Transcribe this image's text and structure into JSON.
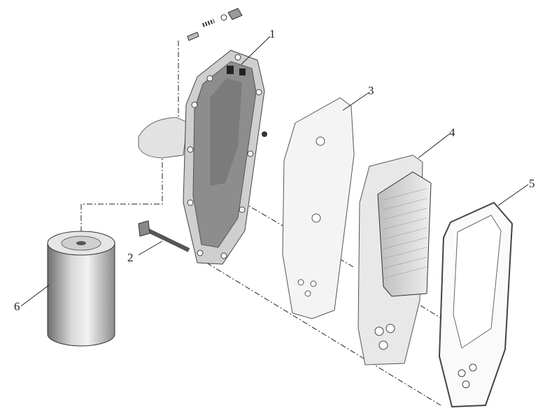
{
  "callouts": [
    {
      "id": "1",
      "text": "1"
    },
    {
      "id": "2",
      "text": "2"
    },
    {
      "id": "3",
      "text": "3"
    },
    {
      "id": "4",
      "text": "4"
    },
    {
      "id": "5",
      "text": "5"
    },
    {
      "id": "6",
      "text": "6"
    }
  ],
  "colors": {
    "line": "#222222",
    "part_light": "#e4e4e4",
    "part_mid": "#b5b5b5",
    "part_dark": "#7d7d7d",
    "gasket": "#f2f2f2"
  }
}
